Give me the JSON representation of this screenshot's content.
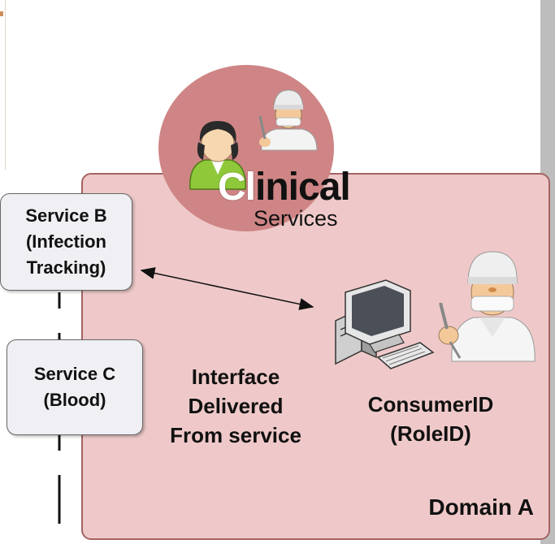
{
  "logo": {
    "word_first": "Cl",
    "word_rest": "inical",
    "subtitle": "Services",
    "circle_color": "#cf8585"
  },
  "domain": {
    "label": "Domain A",
    "fill_color": "#efc9c9",
    "border_color": "#a56363"
  },
  "services": [
    {
      "name": "Service B",
      "detail": "(Infection\nTracking)"
    },
    {
      "name": "Service C",
      "detail": "(Blood)"
    }
  ],
  "interface_caption": [
    "Interface",
    "Delivered",
    "From service"
  ],
  "consumer_caption": [
    "ConsumerID",
    "(RoleID)"
  ],
  "icons": [
    "nurse-icon",
    "surgeon-icon",
    "computer-icon",
    "doctor-icon",
    "double-arrow",
    "dashed-connector"
  ]
}
